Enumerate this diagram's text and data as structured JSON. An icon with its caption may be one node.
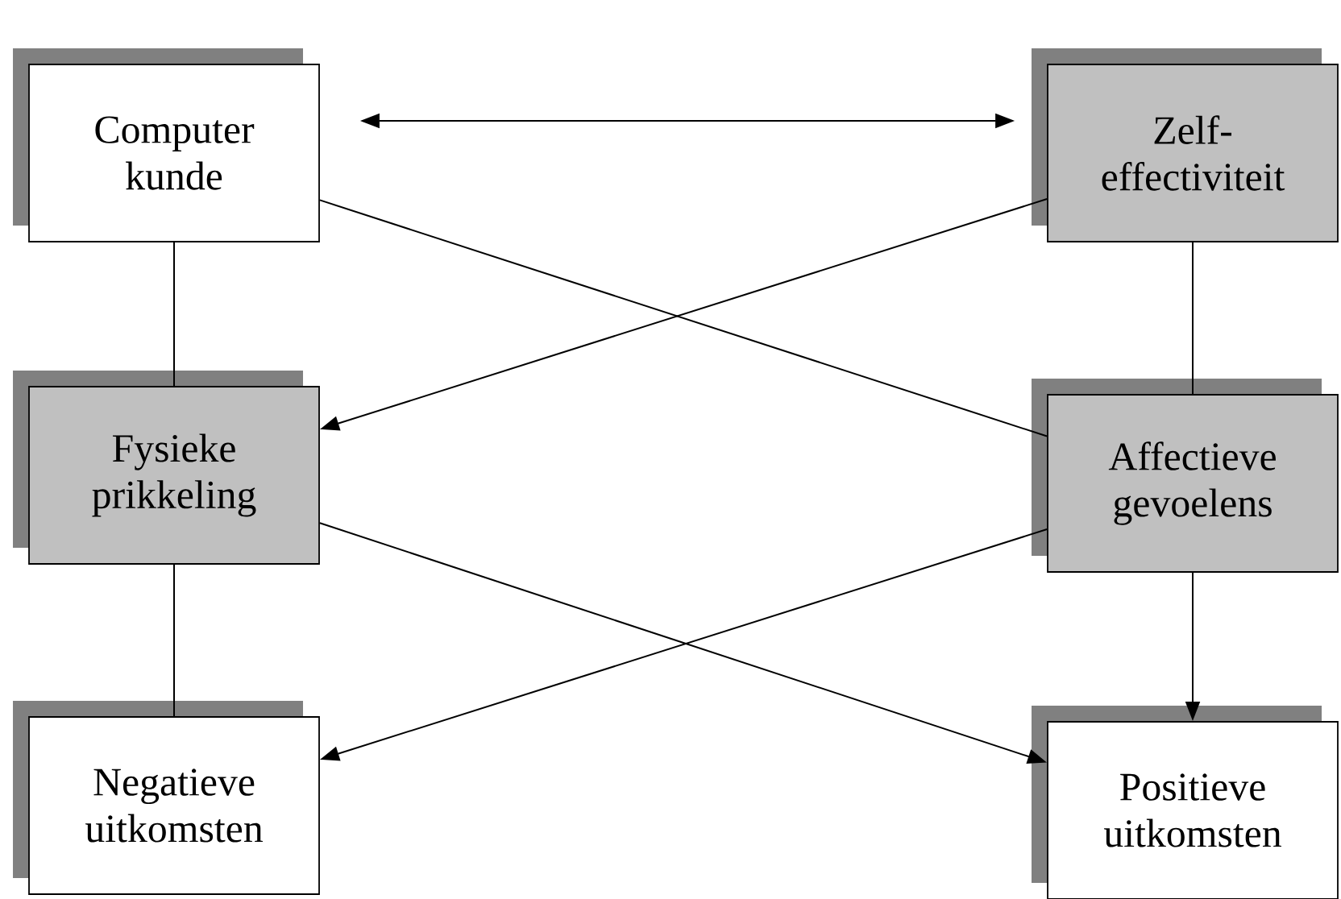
{
  "diagram": {
    "nodes": [
      {
        "text": [
          "Computer kunde"
        ]
      },
      {
        "text": [
          "Zelf- effectiviteit"
        ]
      },
      {
        "text": [
          "Fysieke prikkeling"
        ]
      },
      {
        "text": [
          "Affectieve gevoelens"
        ]
      },
      {
        "text": [
          "Negatieve uitkomsten"
        ]
      },
      {
        "text": [
          "Positieve uitkomsten"
        ]
      }
    ],
    "edges": [
      {
        "from": 0,
        "to": 1,
        "arrow": "both"
      },
      {
        "from": 0,
        "to": 2,
        "arrow": "none"
      },
      {
        "from": 0,
        "to": 3,
        "arrow": "none"
      },
      {
        "from": 1,
        "to": 2,
        "arrow": "to"
      },
      {
        "from": 1,
        "to": 3,
        "arrow": "none"
      },
      {
        "from": 2,
        "to": 5,
        "arrow": "to"
      },
      {
        "from": 2,
        "to": 4,
        "arrow": "none"
      },
      {
        "from": 3,
        "to": 4,
        "arrow": "to"
      },
      {
        "from": 3,
        "to": 5,
        "arrow": "to"
      }
    ]
  }
}
